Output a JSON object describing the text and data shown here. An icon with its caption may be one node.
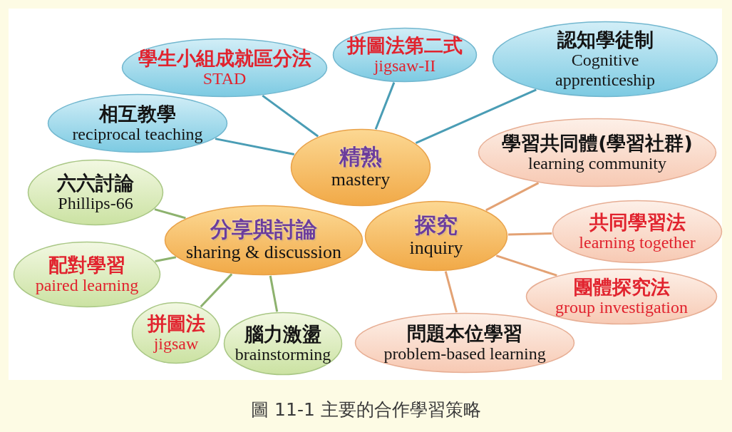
{
  "diagram": {
    "caption": "圖 11-1 主要的合作學習策略",
    "nodes": [
      {
        "text": [
          "學生小組成就區分法",
          "STAD"
        ]
      },
      {
        "text": [
          "拼圖法第二式",
          "jigsaw-II"
        ]
      },
      {
        "text": [
          "認知學徒制",
          "Cognitive apprenticeship"
        ]
      },
      {
        "text": [
          "相互教學",
          "reciprocal teaching"
        ]
      },
      {
        "text": [
          "精熟",
          "mastery"
        ]
      },
      {
        "text": [
          "學習共同體(學習社群)",
          "learning community"
        ]
      },
      {
        "text": [
          "六六討論",
          "Phillips-66"
        ]
      },
      {
        "text": [
          "分享與討論",
          "sharing & discussion"
        ]
      },
      {
        "text": [
          "探究",
          "inquiry"
        ]
      },
      {
        "text": [
          "共同學習法",
          "learning together"
        ]
      },
      {
        "text": [
          "配對學習",
          "paired learning"
        ]
      },
      {
        "text": [
          "團體探究法",
          "group investigation"
        ]
      },
      {
        "text": [
          "拼圖法",
          "jigsaw"
        ]
      },
      {
        "text": [
          "腦力激盪",
          "brainstorming"
        ]
      },
      {
        "text": [
          "問題本位學習",
          "problem-based learning"
        ]
      }
    ],
    "edges": [
      {
        "from": 4,
        "to": 0,
        "arrow": "none",
        "color": "#4a9db5"
      },
      {
        "from": 4,
        "to": 1,
        "arrow": "none",
        "color": "#4a9db5"
      },
      {
        "from": 4,
        "to": 2,
        "arrow": "none",
        "color": "#4a9db5"
      },
      {
        "from": 4,
        "to": 3,
        "arrow": "none",
        "color": "#4a9db5"
      },
      {
        "from": 8,
        "to": 5,
        "arrow": "none",
        "color": "#e3a274"
      },
      {
        "from": 7,
        "to": 6,
        "arrow": "none",
        "color": "#8db26e"
      },
      {
        "from": 8,
        "to": 9,
        "arrow": "none",
        "color": "#e3a274"
      },
      {
        "from": 7,
        "to": 10,
        "arrow": "none",
        "color": "#8db26e"
      },
      {
        "from": 8,
        "to": 11,
        "arrow": "none",
        "color": "#e3a274"
      },
      {
        "from": 7,
        "to": 12,
        "arrow": "none",
        "color": "#8db26e"
      },
      {
        "from": 7,
        "to": 13,
        "arrow": "none",
        "color": "#8db26e"
      },
      {
        "from": 8,
        "to": 14,
        "arrow": "none",
        "color": "#e3a274"
      }
    ]
  }
}
